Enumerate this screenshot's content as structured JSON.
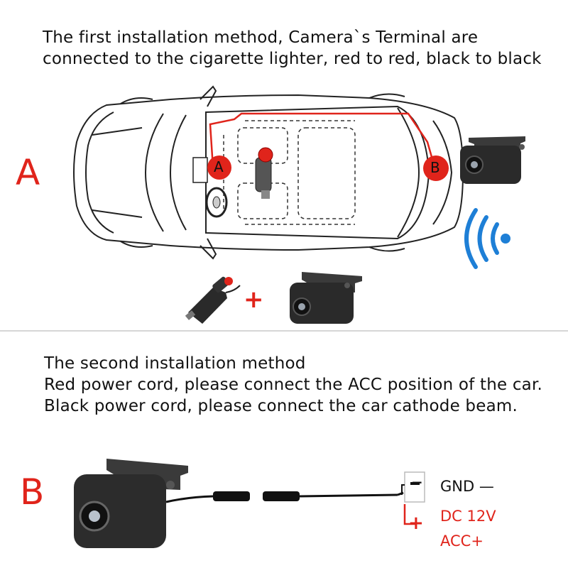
{
  "section_a": {
    "heading_line1": "The first installation method, Camera`s Terminal are",
    "heading_line2": "connected to the cigarette lighter, red to red, black to black",
    "letter": "A",
    "marker_a": "A",
    "marker_b": "B",
    "plus": "+"
  },
  "section_b": {
    "heading_line1": "The second installation method",
    "heading_line2": "Red power cord, please connect the ACC position of the car.",
    "heading_line3": "Black power cord, please connect the car cathode beam.",
    "letter": "B",
    "terminal_minus": "−",
    "terminal_plus": "+",
    "gnd_label": "GND —",
    "dc_label": "DC 12V",
    "acc_label": "ACC+"
  },
  "colors": {
    "accent_red": "#e0241b",
    "wireless_blue": "#1e7fd6",
    "camera_body": "#2a2a2a"
  },
  "icons": [
    "car-outline-icon",
    "camera-icon",
    "cigarette-plug-icon",
    "wireless-signal-icon"
  ]
}
